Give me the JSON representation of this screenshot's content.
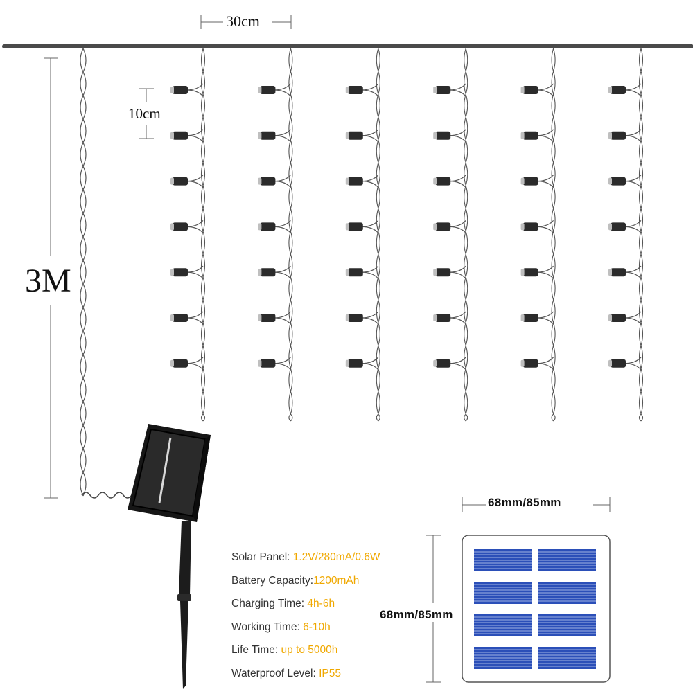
{
  "dimensions": {
    "string_spacing": "30cm",
    "bulb_spacing": "10cm",
    "height": "3M",
    "panel_width": "68mm/85mm",
    "panel_height": "68mm/85mm"
  },
  "layout": {
    "string_count": 6,
    "bulbs_per_string": 7
  },
  "specs": [
    {
      "label": "Solar Panel: ",
      "value": "1.2V/280mA/0.6W"
    },
    {
      "label": "Battery Capacity:",
      "value": "1200mAh"
    },
    {
      "label": "Charging Time: ",
      "value": "4h-6h"
    },
    {
      "label": "Working Time: ",
      "value": "6-10h"
    },
    {
      "label": "Life Time: ",
      "value": "up to 5000h"
    },
    {
      "label": "Waterproof Level: ",
      "value": "IP55"
    }
  ],
  "colors": {
    "spec_value": "#f0a800",
    "spec_label": "#333333",
    "wire": "#555555",
    "panel_cell": "#2b4fb8"
  }
}
